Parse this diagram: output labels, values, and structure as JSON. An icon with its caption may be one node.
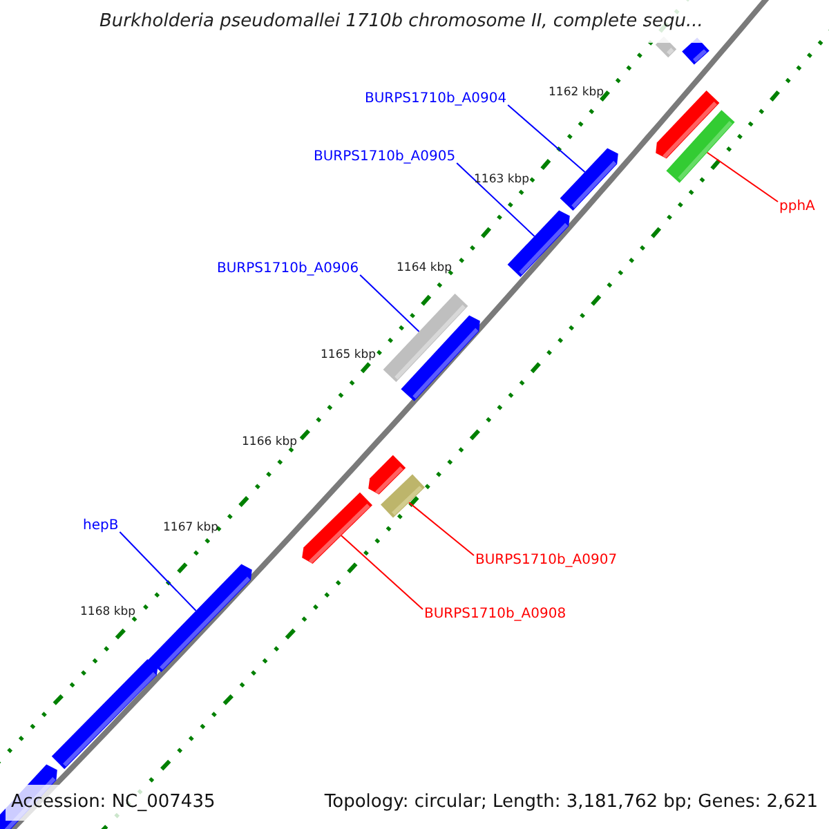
{
  "diagram": {
    "title": "Burkholderia pseudomallei 1710b chromosome II, complete sequ...",
    "nodes": [
      {
        "text": [
          "BURPS1710b_A0904"
        ]
      },
      {
        "text": [
          "BURPS1710b_A0905"
        ]
      },
      {
        "text": [
          "pphA"
        ]
      },
      {
        "text": [
          "BURPS1710b_A0906"
        ]
      },
      {
        "text": [
          "hepB"
        ]
      },
      {
        "text": [
          "BURPS1710b_A0907"
        ]
      },
      {
        "text": [
          "BURPS1710b_A0908"
        ]
      },
      {
        "text": [],
        "shape": "bar"
      },
      {
        "text": [],
        "shape": "bar"
      },
      {
        "text": [],
        "shape": "bar"
      },
      {
        "text": [],
        "shape": "bar"
      },
      {
        "text": [],
        "shape": "bar"
      },
      {
        "text": [],
        "shape": "bar"
      },
      {
        "text": [],
        "shape": "bar"
      },
      {
        "text": [],
        "shape": "bar"
      },
      {
        "text": [],
        "shape": "bar"
      },
      {
        "text": [],
        "shape": "bar"
      },
      {
        "text": [],
        "shape": "bar"
      },
      {
        "text": [],
        "shape": "bar"
      },
      {
        "text": [],
        "shape": "bar"
      },
      {
        "text": [],
        "shape": "bar"
      }
    ],
    "edges": [
      {
        "from": 0,
        "to": 11,
        "arrow": "none"
      },
      {
        "from": 1,
        "to": 12,
        "arrow": "none"
      },
      {
        "from": 2,
        "to": 10,
        "arrow": "none",
        "color": "#ff0000"
      },
      {
        "from": 3,
        "to": 13,
        "arrow": "none"
      },
      {
        "from": 4,
        "to": 18,
        "arrow": "none"
      },
      {
        "from": 5,
        "to": 16,
        "arrow": "none",
        "color": "#ff0000"
      },
      {
        "from": 6,
        "to": 17,
        "arrow": "none",
        "color": "#ff0000"
      }
    ],
    "labels": [
      "1162 kbp",
      "1163 kbp",
      "1164 kbp",
      "1165 kbp",
      "1166 kbp",
      "1167 kbp",
      "1168 kbp",
      "Accession: NC_007435",
      "Topology: circular; Length: 3,181,762 bp; Genes: 2,621"
    ]
  }
}
